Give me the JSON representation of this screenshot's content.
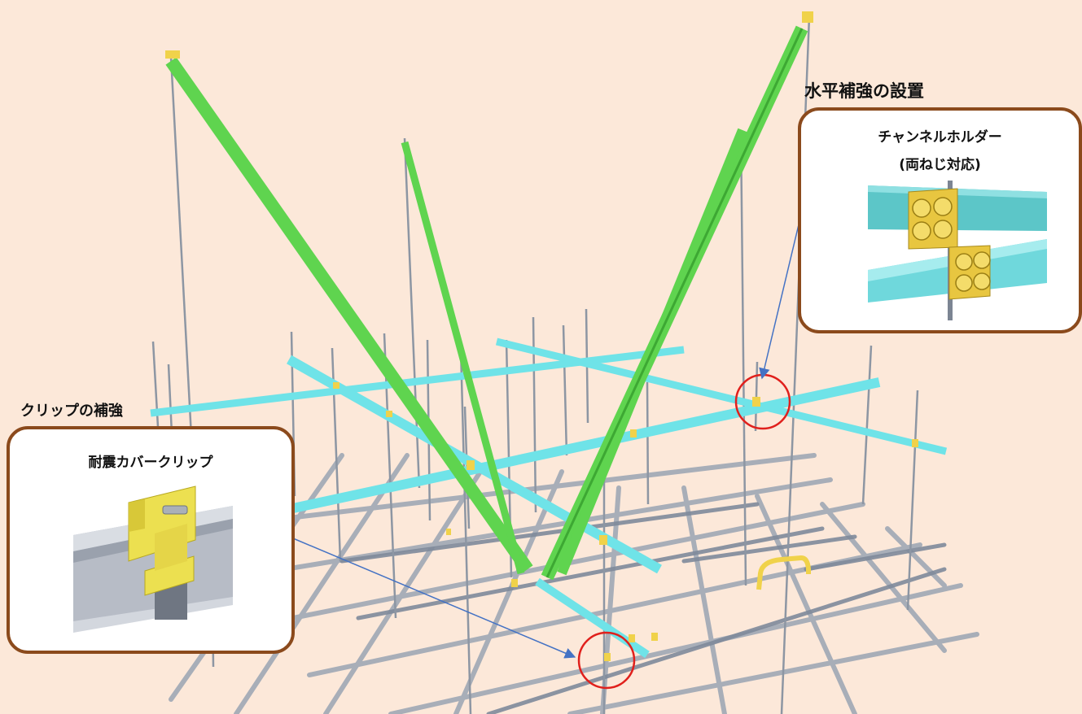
{
  "headings": {
    "horizontal": "水平補強の設置",
    "clip": "クリップの補強"
  },
  "callouts": {
    "channel_holder": {
      "title_line1": "チャンネルホルダー",
      "title_line2": "(両ねじ対応)"
    },
    "cover_clip": {
      "title": "耐震カバークリップ"
    }
  },
  "colors": {
    "background": "#fce8d9",
    "callout_border": "#8b4a1c",
    "brace": "#5fd44f",
    "channel": "#6fe3e8",
    "ceiling_frame": "#8f9aaa",
    "clip": "#f0d24a",
    "marker": "#e0201c",
    "arrow": "#4472c4"
  }
}
